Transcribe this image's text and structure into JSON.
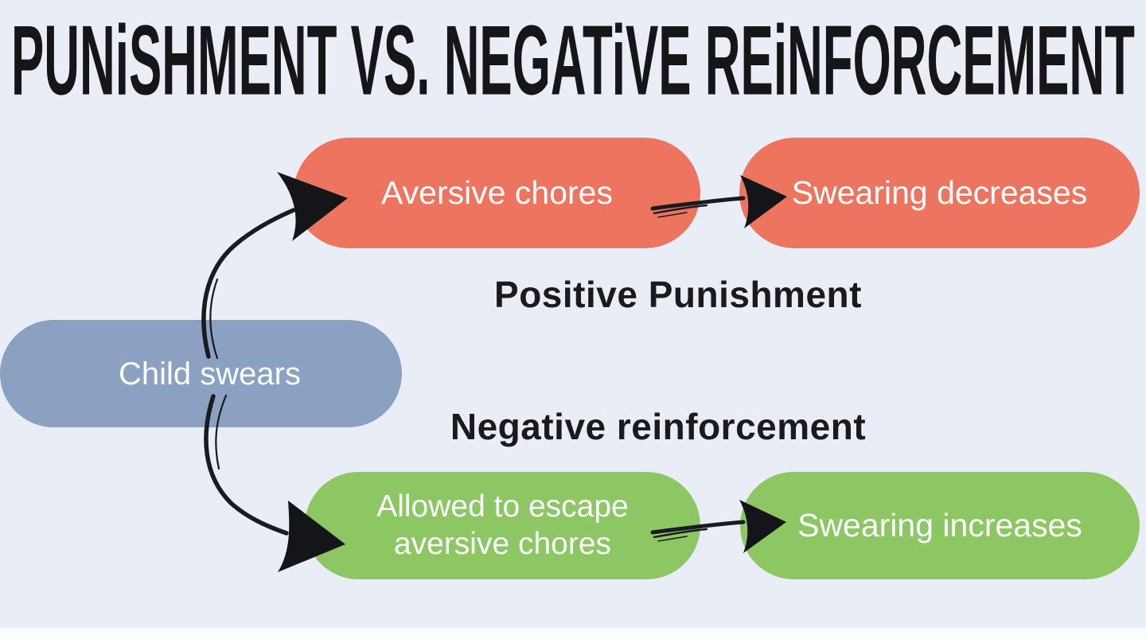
{
  "title": "PUNiSHMENT VS. NEGATiVE REiNFORCEMENT",
  "colors": {
    "background": "#e9edf6",
    "punishment_pill": "#ed755f",
    "reinforcement_pill": "#8dc763",
    "antecedent_pill": "#8aa1c1",
    "arrow": "#1a1b1e",
    "branch_label_text": "#1b1b1d",
    "pill_text": "#fafcfe"
  },
  "diagram": {
    "antecedent": {
      "label": "Child swears"
    },
    "punishment_branch": {
      "consequence": "Aversive chores",
      "outcome": "Swearing decreases",
      "label": "Positive Punishment"
    },
    "reinforcement_branch": {
      "consequence_line1": "Allowed to escape",
      "consequence_line2": "aversive chores",
      "outcome": "Swearing increases",
      "label": "Negative reinforcement"
    }
  }
}
